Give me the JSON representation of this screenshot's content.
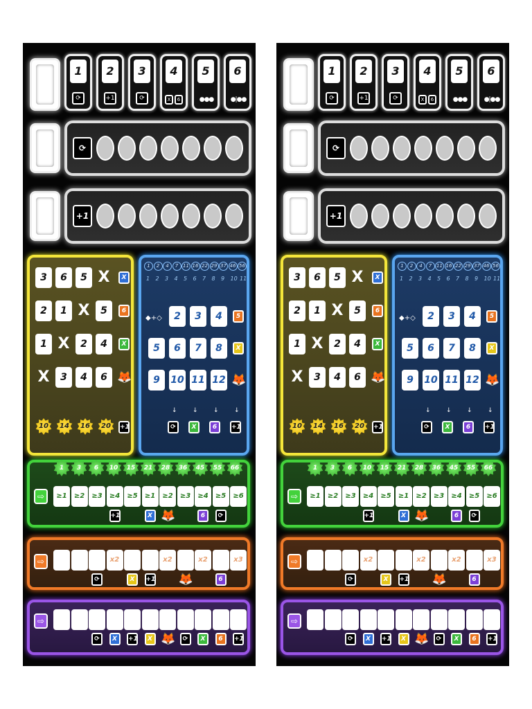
{
  "top_numbers": [
    "1",
    "2",
    "3",
    "4",
    "5",
    "6"
  ],
  "top_icons": [
    "reroll-icon",
    "plus-one-icon",
    "reroll-icon",
    "x-mark-icon",
    "six-dots-icon",
    "six-dots-icon"
  ],
  "bar_rows": [
    {
      "lead_label": "⟳",
      "circles": 7
    },
    {
      "lead_label": "+1",
      "circles": 7
    }
  ],
  "yellow": {
    "rows": [
      [
        "3",
        "6",
        "5",
        "X"
      ],
      [
        "2",
        "1",
        "X",
        "5"
      ],
      [
        "1",
        "X",
        "2",
        "4"
      ],
      [
        "X",
        "3",
        "4",
        "6"
      ]
    ],
    "row_tags": [
      {
        "label": "X",
        "color": "#2f6fd6"
      },
      {
        "label": "6",
        "color": "#e8731f"
      },
      {
        "label": "X",
        "color": "#3cb83c"
      },
      {
        "label": "fox",
        "color": "#e62a2a"
      }
    ],
    "bottom_stars": [
      "10",
      "14",
      "16",
      "20"
    ],
    "bottom_tag": "+1"
  },
  "blue": {
    "top_stars": [
      "1",
      "2",
      "4",
      "7",
      "11",
      "16",
      "22",
      "29",
      "37",
      "46",
      "56"
    ],
    "top_nums": [
      "1",
      "2",
      "3",
      "4",
      "5",
      "6",
      "7",
      "8",
      "9",
      "10",
      "11"
    ],
    "rows": [
      [
        "",
        "2",
        "3",
        "4"
      ],
      [
        "5",
        "6",
        "7",
        "8"
      ],
      [
        "9",
        "10",
        "11",
        "12"
      ]
    ],
    "row_tags": [
      {
        "label": "5",
        "color": "#e8731f"
      },
      {
        "label": "X",
        "color": "#e6c619"
      },
      {
        "label": "fox",
        "color": "#e62a2a"
      }
    ],
    "bottom_tags": [
      {
        "label": "⟳",
        "color": "#000"
      },
      {
        "label": "X",
        "color": "#3cb83c"
      },
      {
        "label": "6",
        "color": "#7b3fd6"
      },
      {
        "label": "+1",
        "color": "#000"
      }
    ]
  },
  "green": {
    "stars": [
      "1",
      "3",
      "6",
      "10",
      "15",
      "21",
      "28",
      "36",
      "45",
      "55",
      "66"
    ],
    "cells": [
      "≥1",
      "≥2",
      "≥3",
      "≥4",
      "≥5",
      "≥1",
      "≥2",
      "≥3",
      "≥4",
      "≥5",
      "≥6"
    ],
    "tags": [
      {
        "pos": 3,
        "label": "+1",
        "color": "#000"
      },
      {
        "pos": 5,
        "label": "X",
        "color": "#2f6fd6"
      },
      {
        "pos": 6,
        "label": "fox",
        "color": "#e62a2a"
      },
      {
        "pos": 8,
        "label": "6",
        "color": "#7b3fd6"
      },
      {
        "pos": 9,
        "label": "⟳",
        "color": "#000"
      }
    ]
  },
  "orange": {
    "cells": [
      "",
      "",
      "",
      "x2",
      "",
      "",
      "x2",
      "",
      "x2",
      "",
      "x3"
    ],
    "tags": [
      {
        "pos": 2,
        "label": "⟳",
        "color": "#000"
      },
      {
        "pos": 4,
        "label": "X",
        "color": "#e6c619"
      },
      {
        "pos": 5,
        "label": "+1",
        "color": "#000"
      },
      {
        "pos": 7,
        "label": "fox",
        "color": "#e62a2a"
      },
      {
        "pos": 9,
        "label": "6",
        "color": "#7b3fd6"
      }
    ]
  },
  "purple": {
    "cells": [
      "",
      "",
      "",
      "",
      "",
      "",
      "",
      "",
      "",
      "",
      ""
    ],
    "tags": [
      {
        "pos": 2,
        "label": "⟳",
        "color": "#000"
      },
      {
        "pos": 3,
        "label": "X",
        "color": "#2f6fd6"
      },
      {
        "pos": 4,
        "label": "+1",
        "color": "#000"
      },
      {
        "pos": 5,
        "label": "X",
        "color": "#e6c619"
      },
      {
        "pos": 6,
        "label": "fox",
        "color": "#e62a2a"
      },
      {
        "pos": 7,
        "label": "⟳",
        "color": "#000"
      },
      {
        "pos": 8,
        "label": "X",
        "color": "#3cb83c"
      },
      {
        "pos": 9,
        "label": "6",
        "color": "#e8731f"
      },
      {
        "pos": 10,
        "label": "+1",
        "color": "#000"
      }
    ]
  },
  "colors": {
    "yellow": "#f5e63a",
    "blue": "#5aa6f0",
    "green": "#43d23c",
    "orange": "#f07a28",
    "purple": "#9a55e6"
  }
}
